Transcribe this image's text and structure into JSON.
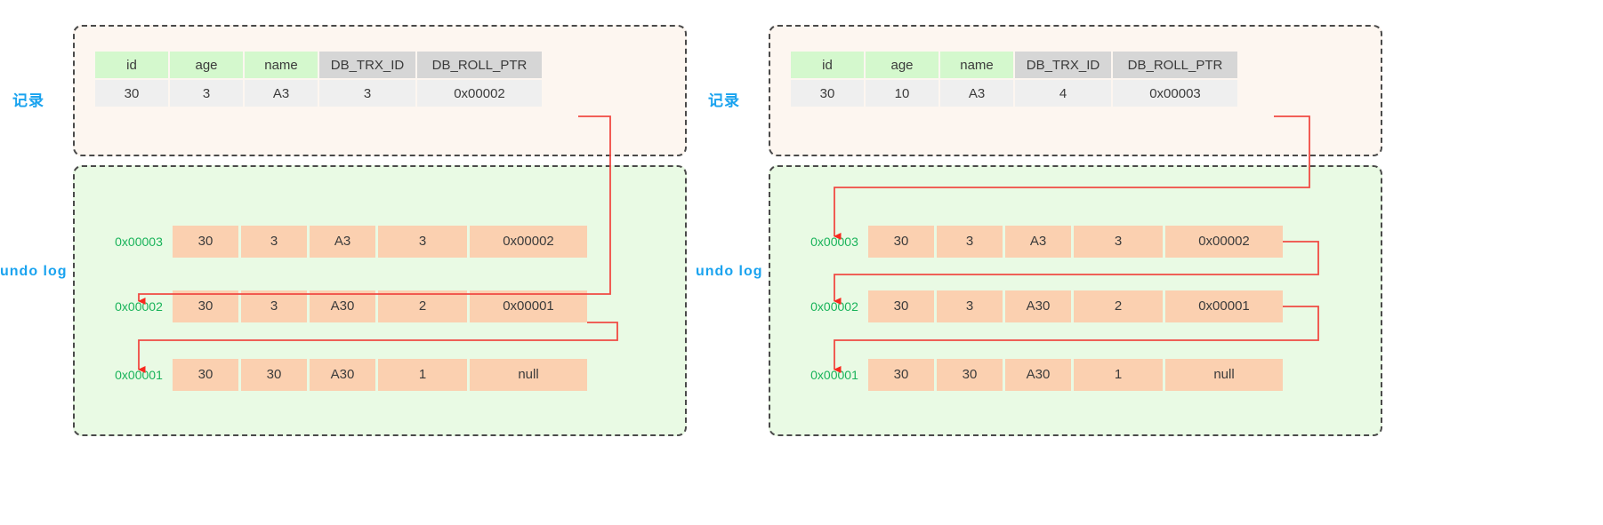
{
  "labels": {
    "record": "记录",
    "undo_log": "undo log",
    "accent_blue": "#1aa3ef",
    "accent_green_text": "#19b35a",
    "arrow_red": "#f04a43",
    "header_green": "#d4f8cd",
    "header_grey": "#d6d6d6",
    "undo_cell": "#fbd0b0",
    "record_box_bg": "#fdf6f0",
    "undo_box_bg": "#e9fae4"
  },
  "columns": [
    "id",
    "age",
    "name",
    "DB_TRX_ID",
    "DB_ROLL_PTR"
  ],
  "panels": [
    {
      "name": "before",
      "record": {
        "id": "30",
        "age": "3",
        "name": "A3",
        "trx": "3",
        "ptr": "0x00002"
      },
      "undo": [
        {
          "addr": "0x00003",
          "id": "30",
          "age": "3",
          "name": "A3",
          "trx": "3",
          "ptr": "0x00002"
        },
        {
          "addr": "0x00002",
          "id": "30",
          "age": "3",
          "name": "A30",
          "trx": "2",
          "ptr": "0x00001"
        },
        {
          "addr": "0x00001",
          "id": "30",
          "age": "30",
          "name": "A30",
          "trx": "1",
          "ptr": "null"
        }
      ]
    },
    {
      "name": "after",
      "record": {
        "id": "30",
        "age": "10",
        "name": "A3",
        "trx": "4",
        "ptr": "0x00003"
      },
      "undo": [
        {
          "addr": "0x00003",
          "id": "30",
          "age": "3",
          "name": "A3",
          "trx": "3",
          "ptr": "0x00002"
        },
        {
          "addr": "0x00002",
          "id": "30",
          "age": "3",
          "name": "A30",
          "trx": "2",
          "ptr": "0x00001"
        },
        {
          "addr": "0x00001",
          "id": "30",
          "age": "30",
          "name": "A30",
          "trx": "1",
          "ptr": "null"
        }
      ]
    }
  ]
}
